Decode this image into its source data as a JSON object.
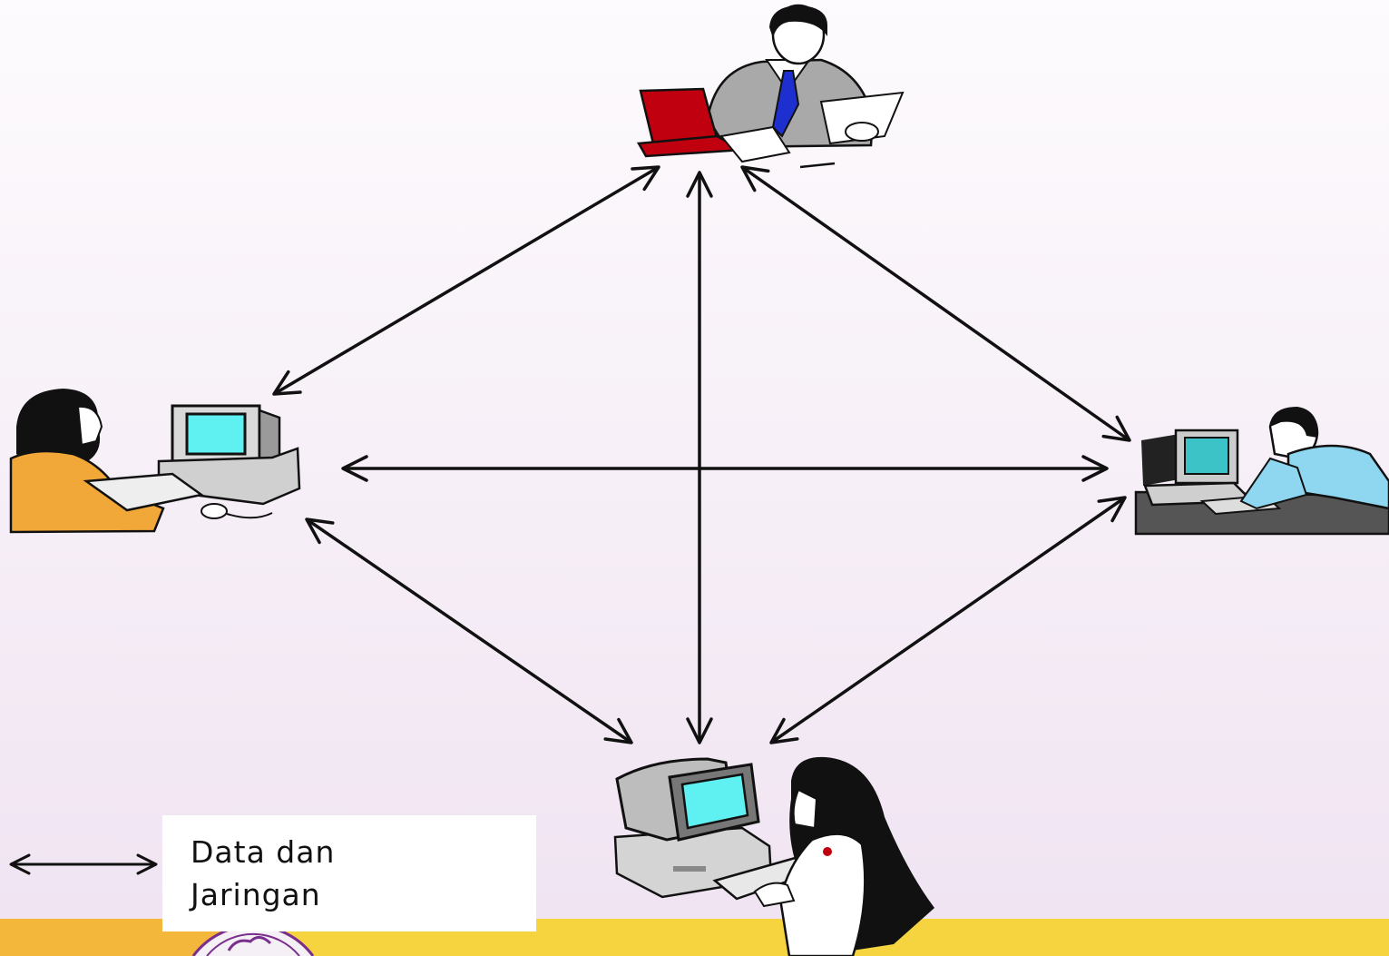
{
  "legend": {
    "line1": "Data dan",
    "line2": "Jaringan"
  },
  "nodes": [
    {
      "id": "top",
      "figure": "businessman-at-laptop"
    },
    {
      "id": "left",
      "figure": "woman-at-desktop-computer"
    },
    {
      "id": "right",
      "figure": "man-at-desktop-computer"
    },
    {
      "id": "bottom",
      "figure": "woman-at-desktop-computer"
    }
  ],
  "links": [
    {
      "from": "top",
      "to": "left"
    },
    {
      "from": "top",
      "to": "right"
    },
    {
      "from": "top",
      "to": "bottom"
    },
    {
      "from": "left",
      "to": "right"
    },
    {
      "from": "left",
      "to": "bottom"
    },
    {
      "from": "right",
      "to": "bottom"
    }
  ],
  "colors": {
    "arrow": "#111111",
    "screen": "#5ff0f2",
    "laptop": "#c0000e",
    "tie": "#1d2fcf",
    "suit": "#a9a9a9",
    "shirt_right": "#8fd6f0",
    "sweater_left": "#f2a838"
  }
}
